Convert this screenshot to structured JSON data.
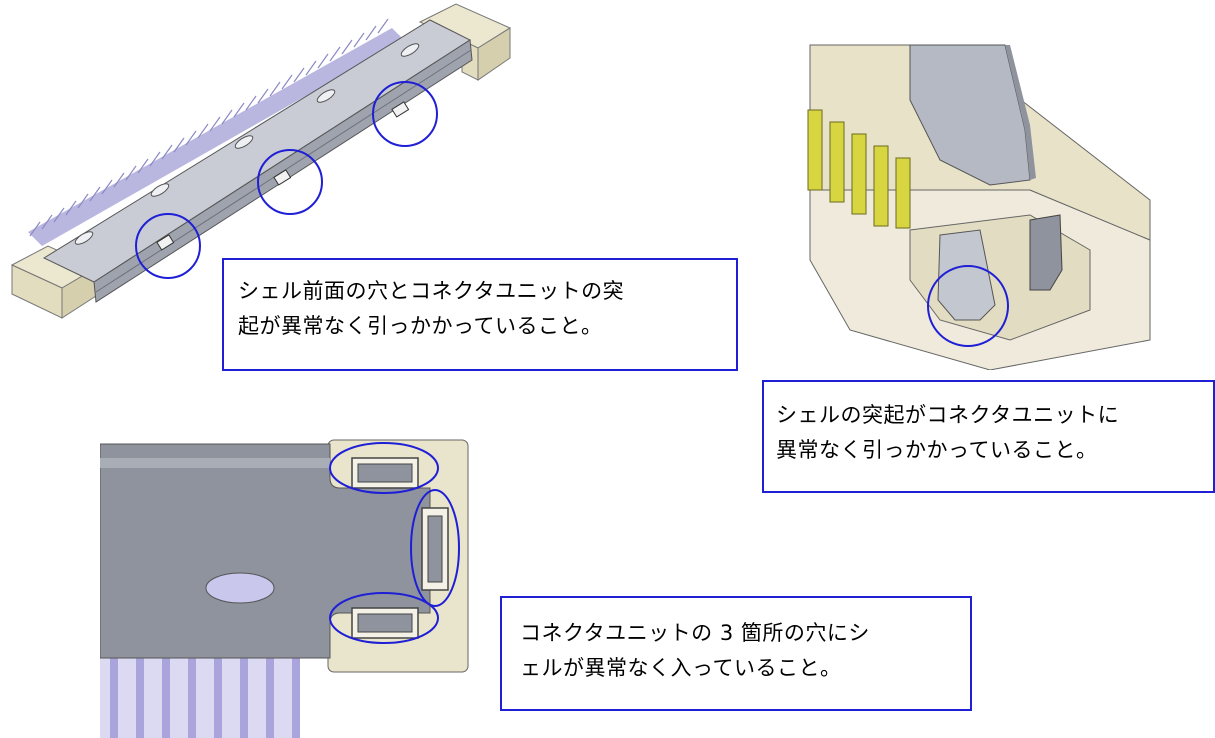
{
  "callouts": {
    "top_left": {
      "line1": "シェル前面の穴とコネクタユニットの突",
      "line2": "起が異常なく引っかかっていること。"
    },
    "top_right": {
      "line1": "シェルの突起がコネクタユニットに",
      "line2": "異常なく引っかかっていること。"
    },
    "bottom": {
      "line1": "コネクタユニットの 3 箇所の穴にシ",
      "line2": "ェルが異常なく入っていること。"
    }
  },
  "colors": {
    "highlight_circle": "#1f1fd6",
    "shell_gray": "#8e939d",
    "housing_beige": "#e9e4cc",
    "cable_lavender": "#b9b6e0",
    "contact_yellow": "#d8d640"
  }
}
